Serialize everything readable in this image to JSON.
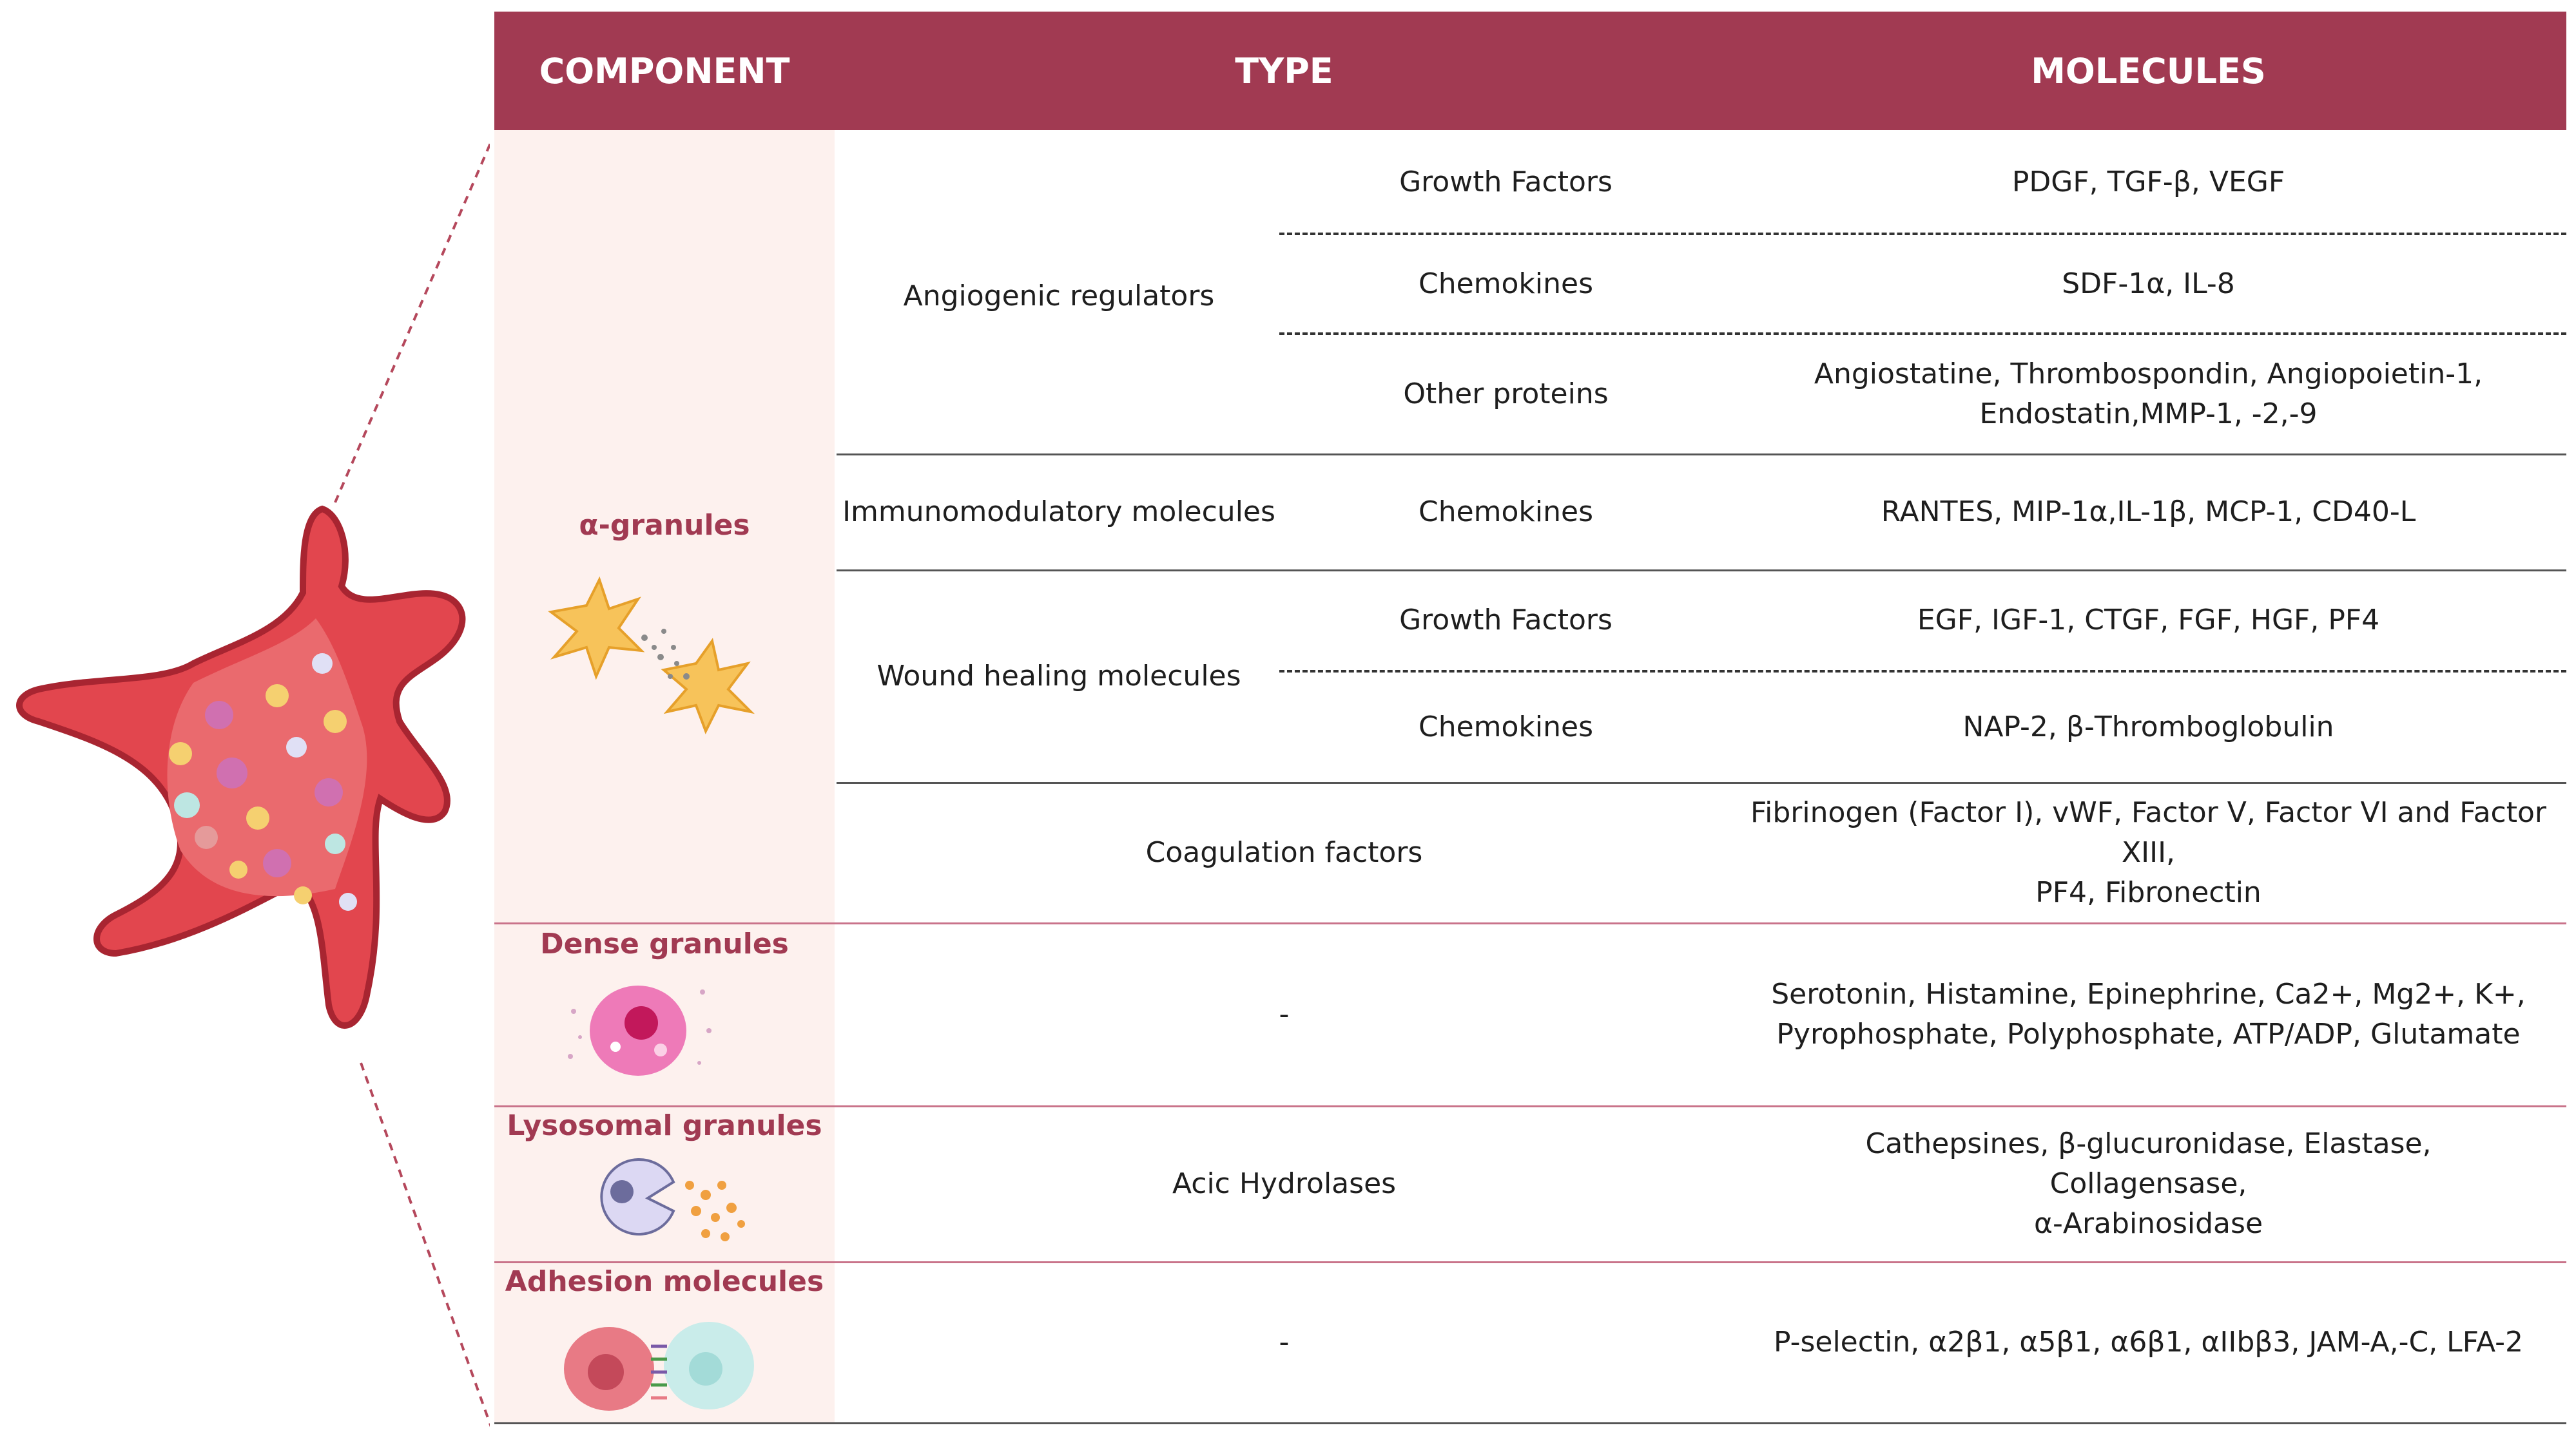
{
  "header": {
    "component": "COMPONENT",
    "type": "TYPE",
    "molecules": "MOLECULES"
  },
  "components": {
    "alpha": "α-granules",
    "dense": "Dense granules",
    "lysosomal": "Lysosomal granules",
    "adhesion": "Adhesion molecules"
  },
  "types": {
    "angiogenic": "Angiogenic regulators",
    "immuno": "Immunomodulatory  molecules",
    "wound": "Wound healing molecules",
    "coag": "Coagulation factors",
    "dense_dash": "-",
    "acid": "Acic Hydrolases",
    "adhesion_dash": "-"
  },
  "subtypes": {
    "ang_gf": "Growth Factors",
    "ang_chem": "Chemokines",
    "ang_other": "Other proteins",
    "imm_chem": "Chemokines",
    "wh_gf": "Growth Factors",
    "wh_chem": "Chemokines"
  },
  "molecules": {
    "ang_gf": "PDGF, TGF-β, VEGF",
    "ang_chem": "SDF-1α, IL-8",
    "ang_other": "Angiostatine, Thrombospondin,  Angiopoietin-1,\nEndostatin,MMP-1, -2,-9",
    "imm_chem": "RANTES, MIP-1α,IL-1β,  MCP-1, CD40-L",
    "wh_gf": "EGF, IGF-1, CTGF, FGF, HGF, PF4",
    "wh_chem": "NAP-2, β-Thromboglobulin",
    "coag": "Fibrinogen (Factor I), vWF, Factor V, Factor VI and Factor XIII,\nPF4, Fibronectin",
    "dense": "Serotonin, Histamine, Epinephrine, Ca2+, Mg2+, K+,\nPyrophosphate, Polyphosphate, ATP/ADP, Glutamate",
    "lyso": "Cathepsines, β-glucuronidase, Elastase,\nCollagensase,\nα-Arabinosidase",
    "adhesion": "P-selectin, α2β1, α5β1, α6β1, αIIbβ3, JAM-A,-C, LFA-2"
  },
  "colors": {
    "header": "#a13a52",
    "platelet": "#e2464e",
    "component_bg": "#fdf1ee"
  }
}
